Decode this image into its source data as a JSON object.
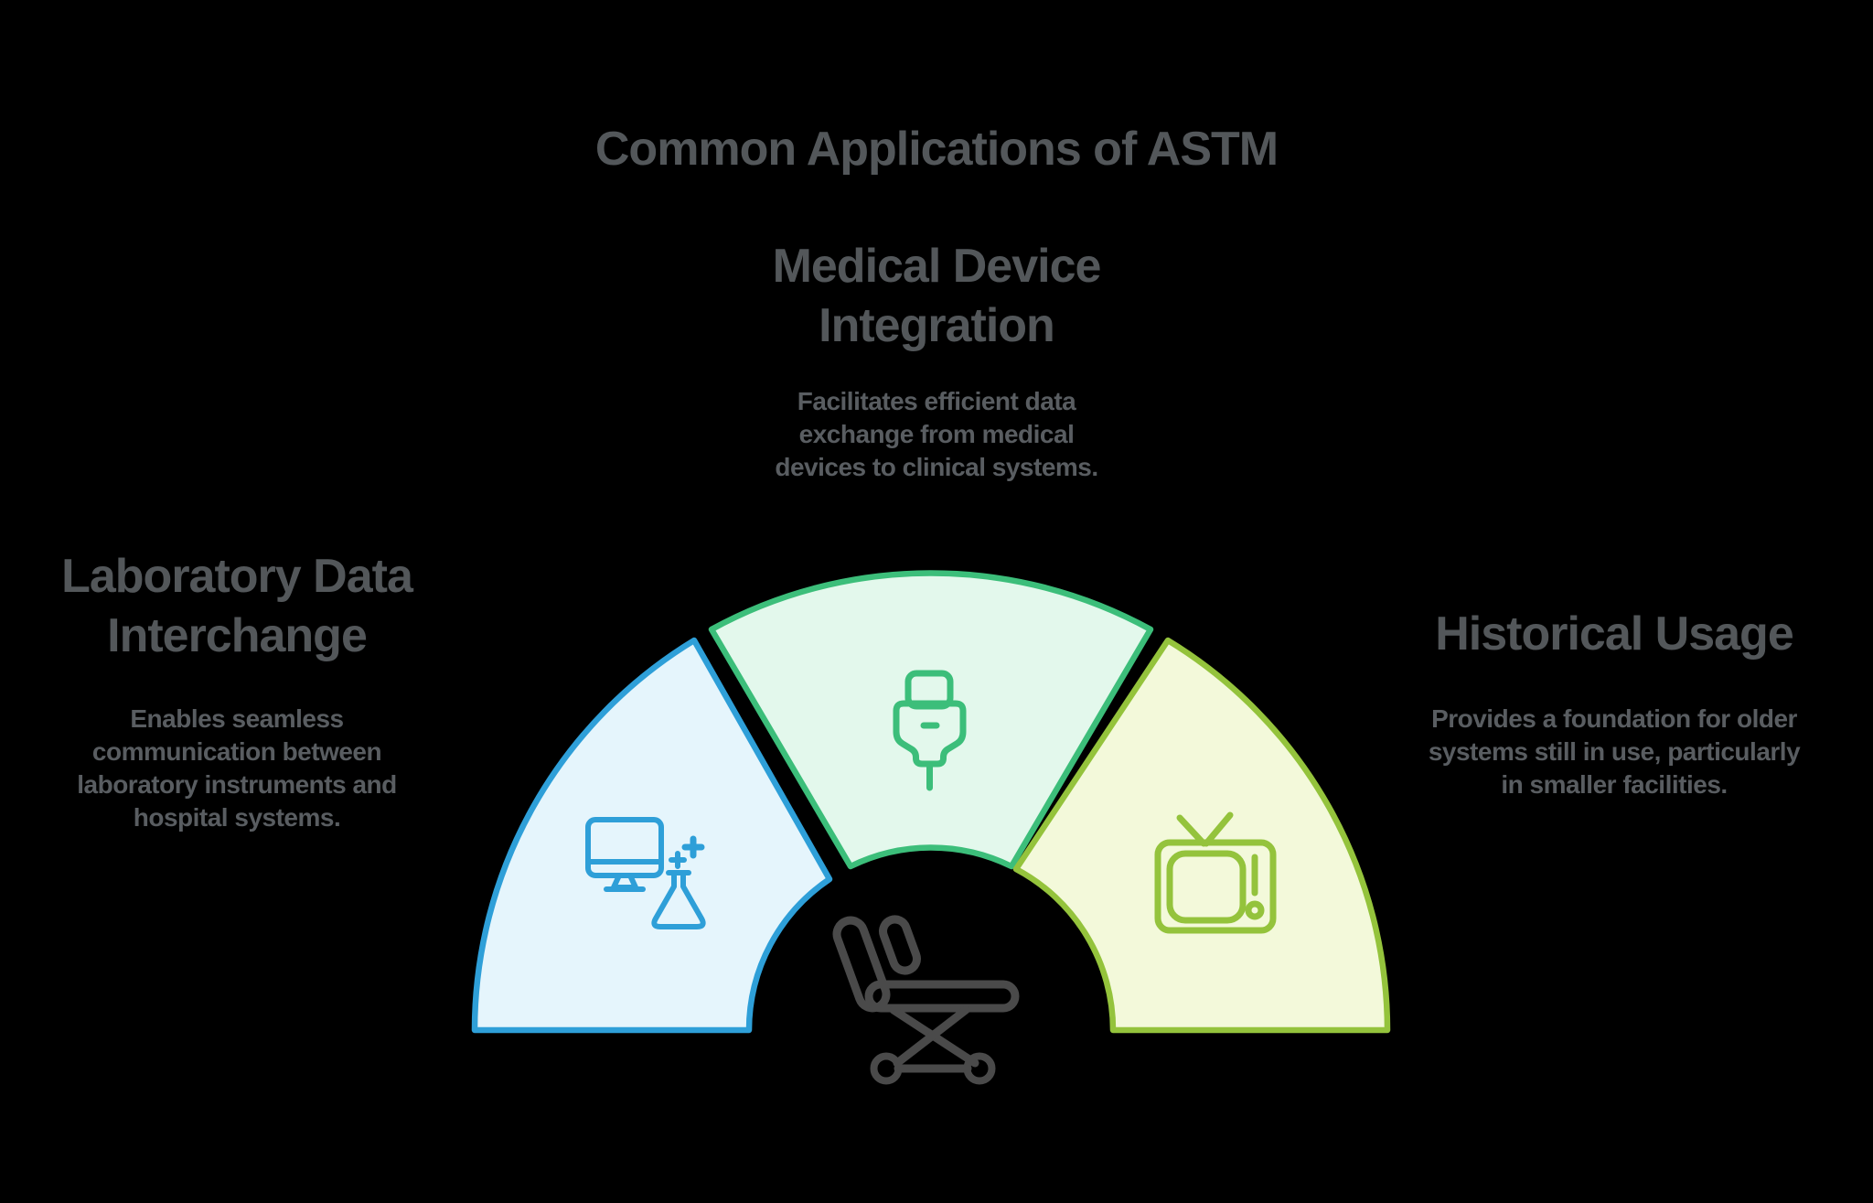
{
  "title": "Common Applications of ASTM",
  "sections": {
    "medical": {
      "heading_lines": [
        "Medical Device",
        "Integration"
      ],
      "body_lines": [
        "Facilitates efficient data",
        "exchange from medical",
        "devices to clinical systems."
      ],
      "icon": "usb-plug-icon",
      "segment_position": "top-center"
    },
    "laboratory": {
      "heading_lines": [
        "Laboratory Data",
        "Interchange"
      ],
      "body_lines": [
        "Enables seamless",
        "communication between",
        "laboratory instruments and",
        "hospital systems."
      ],
      "icon": "computer-and-flask-icon",
      "segment_position": "left"
    },
    "historical": {
      "heading_lines": [
        "Historical Usage"
      ],
      "body_lines": [
        "Provides a foundation for older",
        "systems still in use, particularly",
        "in smaller facilities."
      ],
      "icon": "retro-tv-icon",
      "segment_position": "right"
    }
  },
  "center_icon": "hospital-stretcher-icon",
  "colors": {
    "background": "#000000",
    "blue-stroke": "#2e9fd8",
    "blue-fill": "#e5f5fc",
    "green-stroke": "#3cbe7a",
    "green-fill": "#e3f8ec",
    "olive-stroke": "#94c33c",
    "olive-fill": "#f3f9da",
    "stretcher-gray": "#4a4a4a",
    "heading-text": "#53575a",
    "body-text": "#595d61"
  }
}
